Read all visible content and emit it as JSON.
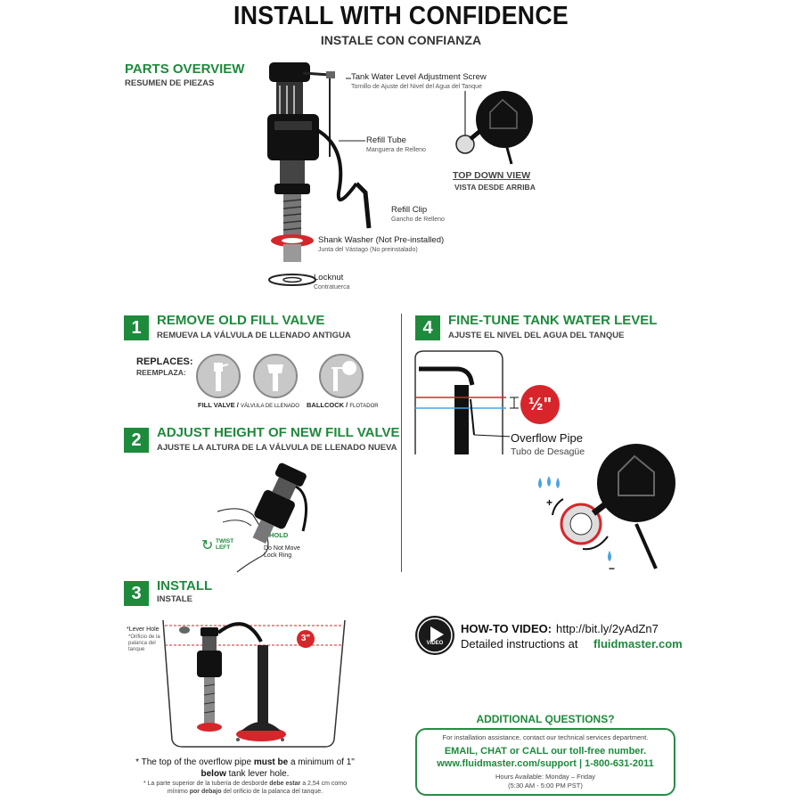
{
  "header": {
    "title": "INSTALL WITH CONFIDENCE",
    "subtitle": "INSTALE CON CONFIANZA"
  },
  "parts": {
    "heading": "PARTS OVERVIEW",
    "subheading": "RESUMEN DE PIEZAS",
    "items": [
      {
        "label": "Tank Water Level Adjustment Screw",
        "sub": "Tornillo de Ajuste del Nivel del Agua del Tanque"
      },
      {
        "label": "Refill Tube",
        "sub": "Manguera de Relleno"
      },
      {
        "label": "Refill Clip",
        "sub": "Gancho de Relleno"
      },
      {
        "label": "Shank Washer (Not Pre-installed)",
        "sub": "Junta del Vástago (No preinstalado)"
      },
      {
        "label": "Locknut",
        "sub": "Contratuerca"
      }
    ],
    "top_down": {
      "label": "TOP DOWN VIEW",
      "sub": "VISTA DESDE ARRIBA"
    }
  },
  "step1": {
    "number": "1",
    "heading": "REMOVE OLD FILL VALVE",
    "subheading": "REMUEVA LA VÁLVULA DE LLENADO ANTIGUA",
    "replaces": "REPLACES:",
    "replaces_es": "REEMPLAZA:",
    "fill_valve": "FILL VALVE",
    "fill_valve_es": "VÁLVULA DE LLENADO",
    "ballcock": "BALLCOCK",
    "ballcock_es": "FLOTADOR"
  },
  "step2": {
    "number": "2",
    "heading": "ADJUST HEIGHT OF NEW FILL VALVE",
    "subheading": "AJUSTE LA ALTURA DE LA VÁLVULA DE LLENADO NUEVA",
    "hold": "HOLD",
    "twist_left": "TWIST LEFT",
    "do_not_move": "Do Not Move",
    "lock_ring": "Lock Ring"
  },
  "step3": {
    "number": "3",
    "heading": "INSTALL",
    "subheading": "INSTALE",
    "lever_hole": "*Lever Hole",
    "lever_hole_es": "*Orificio de la palanca del tanque",
    "measure": "3\"",
    "note_pre": "* The top of the overflow pipe ",
    "note_bold": "must be",
    "note_mid": " a minimum of 1\"",
    "note_bold2": "below",
    "note_end": " tank lever hole.",
    "note_es_pre": "* La parte superior de la tubería de desborde ",
    "note_es_bold": "debe estar",
    "note_es_mid": " a 2,54 cm como mínimo ",
    "note_es_bold2": "por debajo",
    "note_es_end": " del orificio de la palanca del tanque."
  },
  "step4": {
    "number": "4",
    "heading": "FINE-TUNE TANK WATER LEVEL",
    "subheading": "AJUSTE EL NIVEL DEL AGUA DEL TANQUE",
    "half_inch": "½\"",
    "overflow": "Overflow Pipe",
    "overflow_es": "Tubo de Desagüe",
    "plus": "+",
    "minus": "−"
  },
  "video": {
    "icon_label": "VIDEO",
    "label": "HOW-TO VIDEO:",
    "url": "http://bit.ly/2yAdZn7",
    "detail": "Detailed instructions at",
    "site": "fluidmaster.com"
  },
  "questions": {
    "heading": "ADDITIONAL QUESTIONS?",
    "line1": "For installation assistance, contact our technical services department.",
    "line2": "EMAIL, CHAT or CALL our toll-free number.",
    "line3": "www.fluidmaster.com/support | 1-800-631-2011",
    "line4": "Hours Available: Monday – Friday",
    "line5": "(5:30 AM - 5:00 PM PST)"
  },
  "colors": {
    "brand_green": "#1e8a3c",
    "accent_red": "#d7262b",
    "water_blue": "#4aa3df"
  }
}
